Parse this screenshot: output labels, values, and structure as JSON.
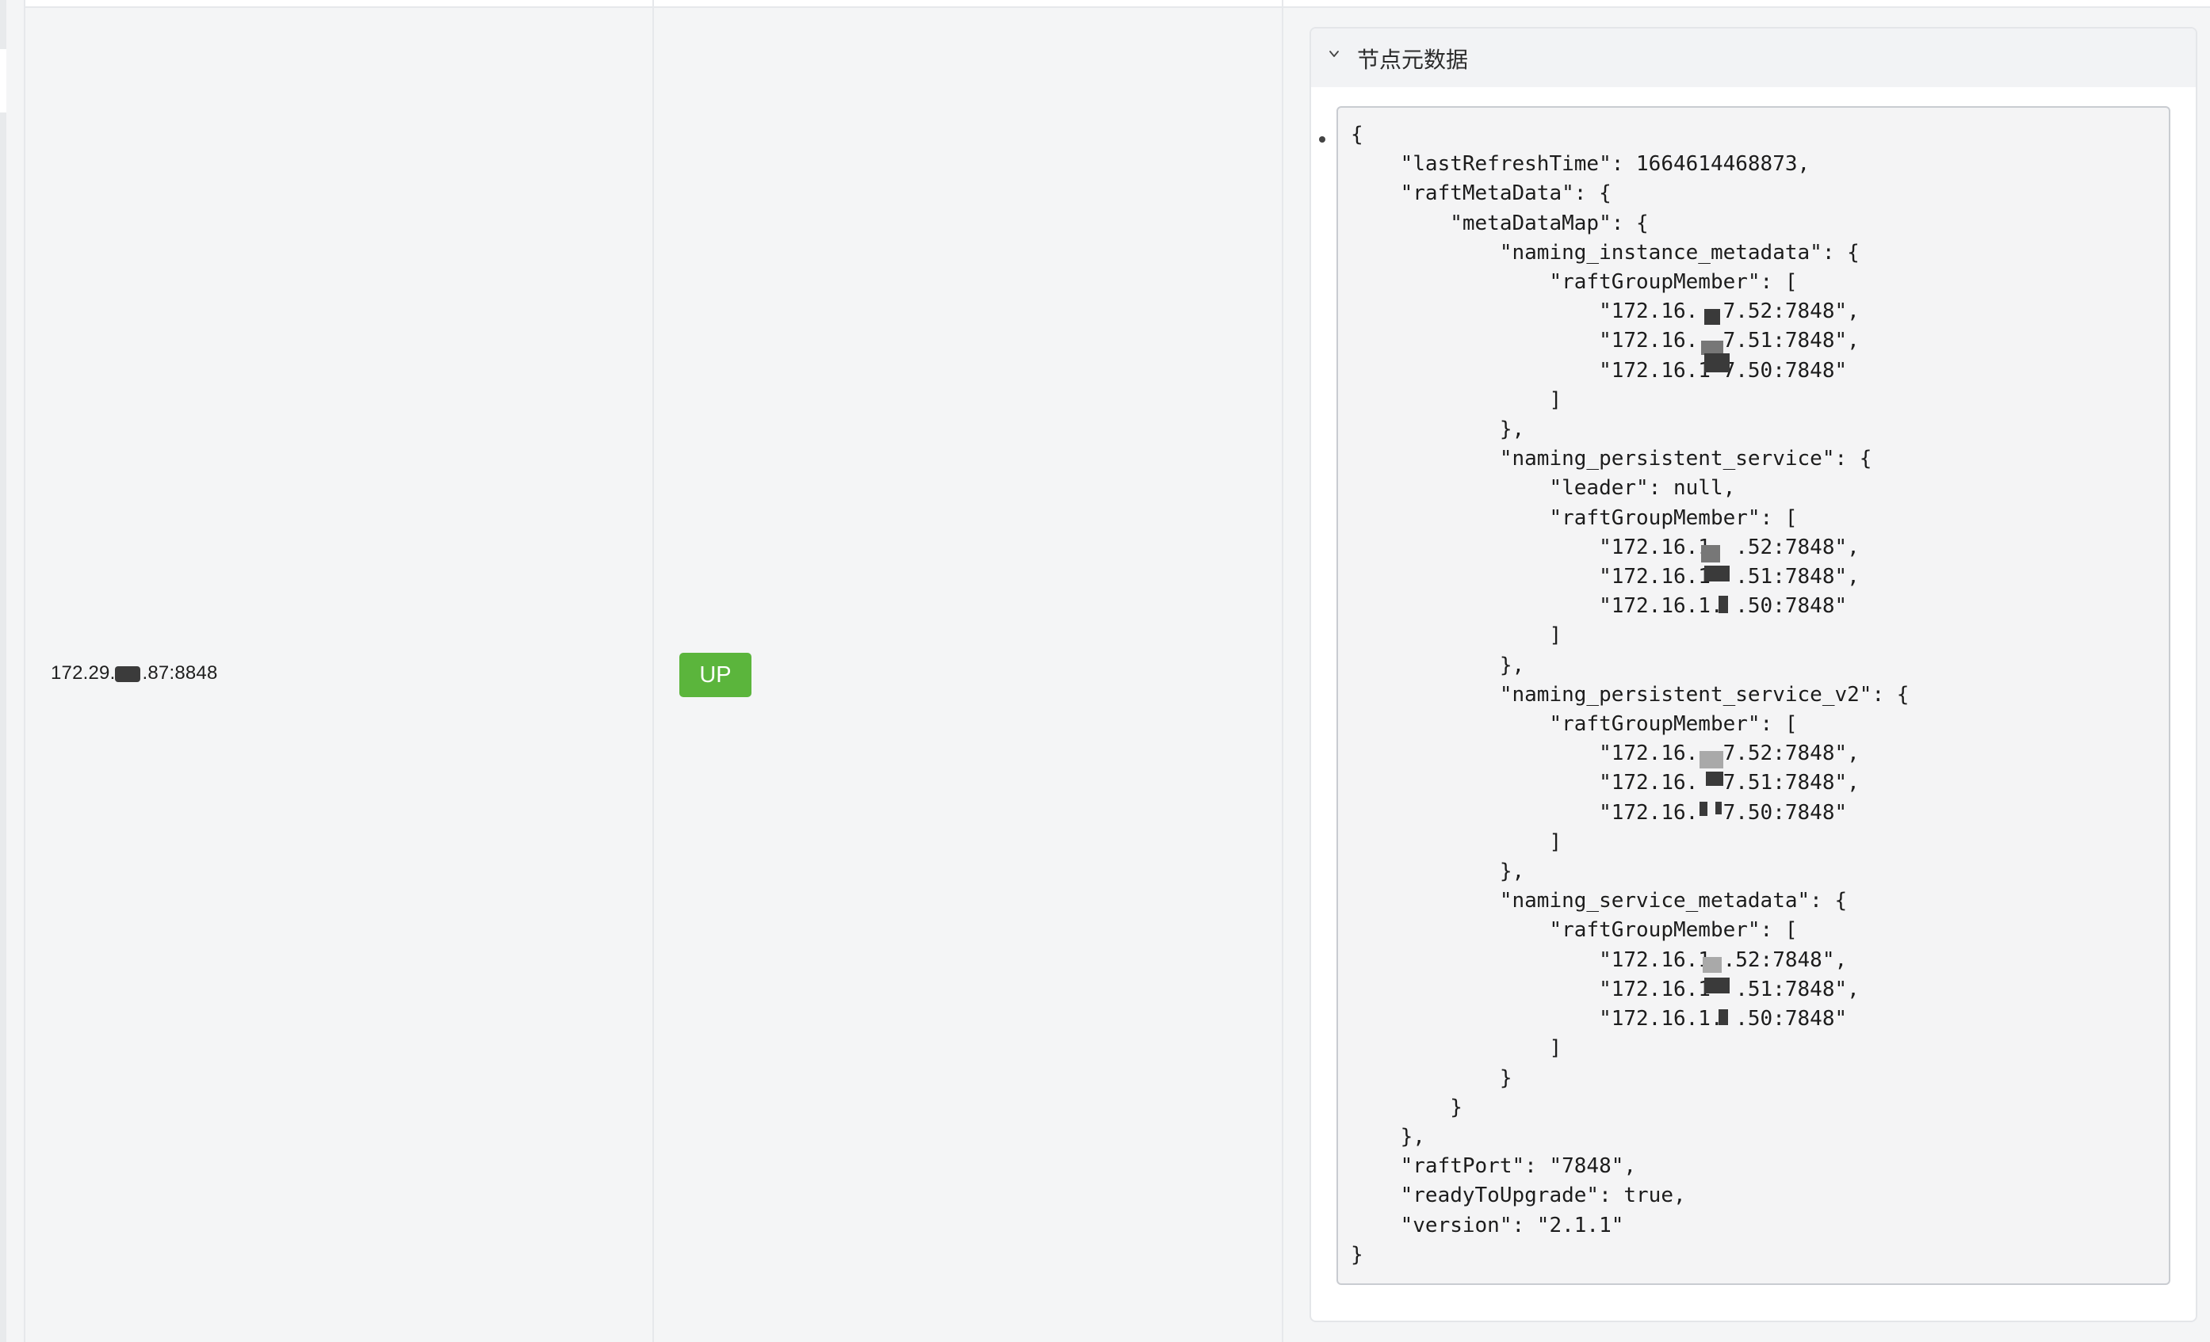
{
  "row": {
    "address": "172.29.  .87:8848",
    "address_prefix": "172.29.",
    "address_suffix": ".87:8848",
    "status": "UP"
  },
  "metadata_panel": {
    "title": "节点元数据",
    "json_text": "{\n    \"lastRefreshTime\": 1664614468873,\n    \"raftMetaData\": {\n        \"metaDataMap\": {\n            \"naming_instance_metadata\": {\n                \"raftGroupMember\": [\n                    \"172.16.  7.52:7848\",\n                    \"172.16.  7.51:7848\",\n                    \"172.16.1 7.50:7848\"\n                ]\n            },\n            \"naming_persistent_service\": {\n                \"leader\": null,\n                \"raftGroupMember\": [\n                    \"172.16.1  .52:7848\",\n                    \"172.16.1  .51:7848\",\n                    \"172.16.1. .50:7848\"\n                ]\n            },\n            \"naming_persistent_service_v2\": {\n                \"raftGroupMember\": [\n                    \"172.16.  7.52:7848\",\n                    \"172.16.  7.51:7848\",\n                    \"172.16.  7.50:7848\"\n                ]\n            },\n            \"naming_service_metadata\": {\n                \"raftGroupMember\": [\n                    \"172.16.1 .52:7848\",\n                    \"172.16.1  .51:7848\",\n                    \"172.16.1. .50:7848\"\n                ]\n            }\n        }\n    },\n    \"raftPort\": \"7848\",\n    \"readyToUpgrade\": true,\n    \"version\": \"2.1.1\"\n}"
  },
  "colors": {
    "status_up": "#5bb53c",
    "code_background": "#f4f4f5",
    "page_background": "#f4f5f6"
  },
  "icons": {
    "collapse": "chevron-down-icon"
  }
}
